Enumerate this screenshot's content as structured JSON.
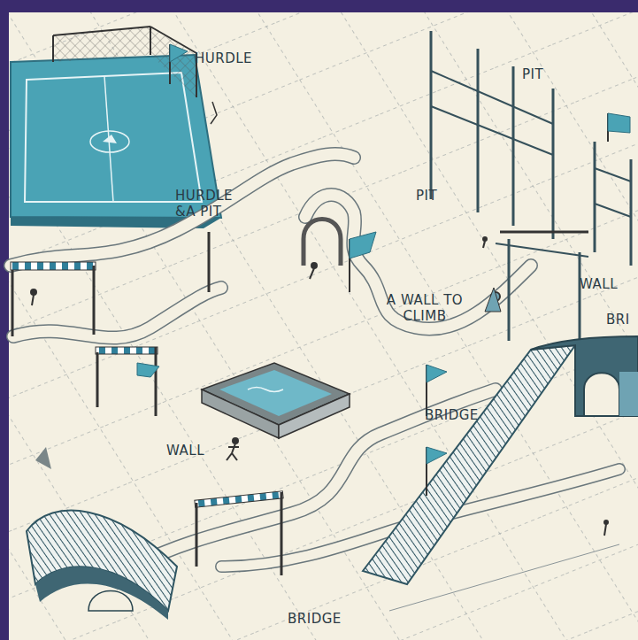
{
  "diagram": {
    "labels": [
      "HURDLE",
      "PIT",
      "HURDLE &A PIT",
      "PIT",
      "A WALL TO CLIMB",
      "WALL",
      "BRI",
      "BRIDGE",
      "WALL",
      "BRIDGE"
    ]
  }
}
